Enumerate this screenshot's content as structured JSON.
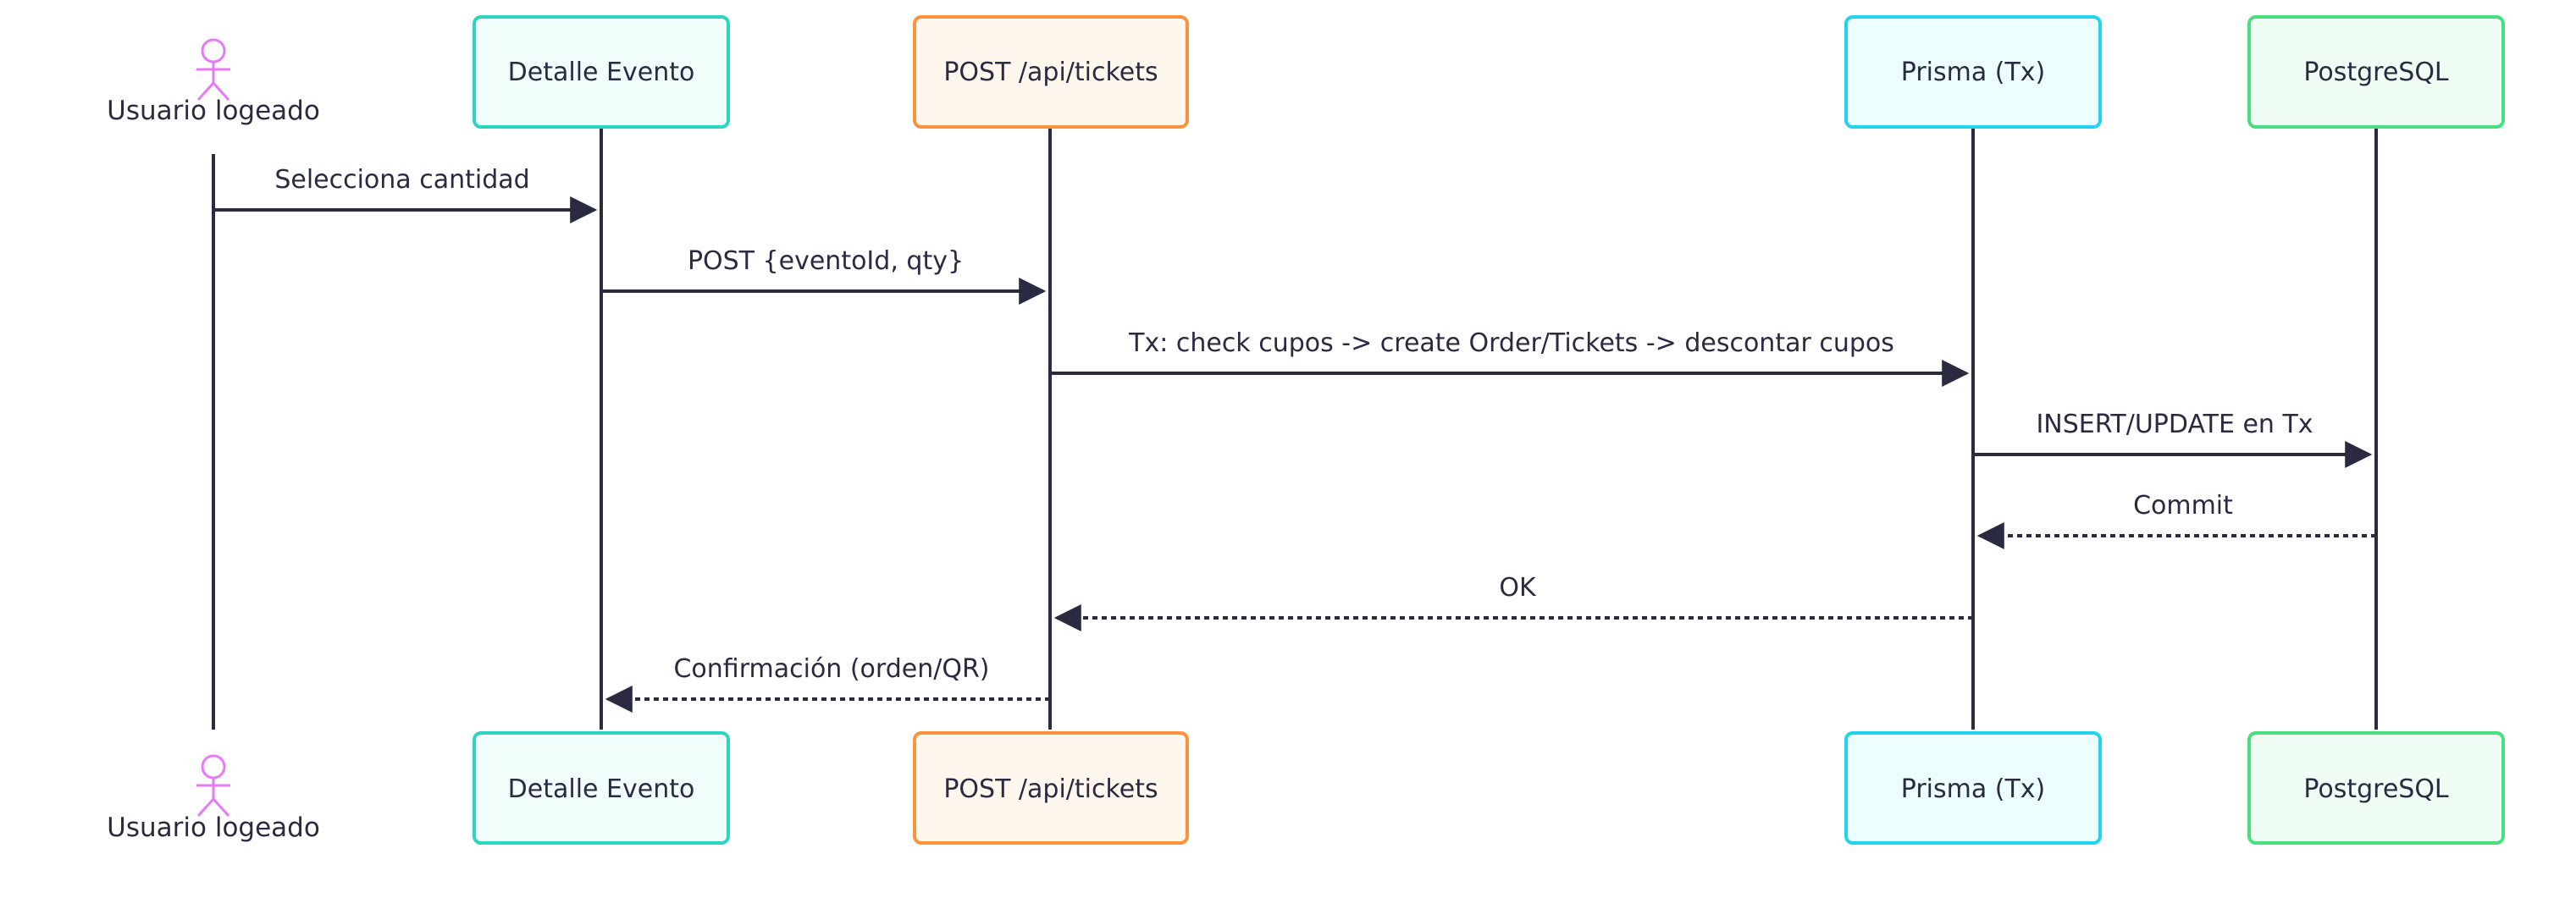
{
  "actor": {
    "name": "Usuario logeado",
    "color": "#e879f9"
  },
  "participants": [
    {
      "id": "detalle",
      "name": "Detalle Evento",
      "border": "#2dd4bf",
      "fill": "#f0fdfa"
    },
    {
      "id": "api",
      "name": "POST /api/tickets",
      "border": "#fb923c",
      "fill": "#fff7ed"
    },
    {
      "id": "prisma",
      "name": "Prisma (Tx)",
      "border": "#22d3ee",
      "fill": "#ecfeff"
    },
    {
      "id": "postgres",
      "name": "PostgreSQL",
      "border": "#4ade80",
      "fill": "#f0fdf4"
    }
  ],
  "messages": [
    {
      "from": "user",
      "to": "detalle",
      "text": "Selecciona cantidad",
      "style": "solid"
    },
    {
      "from": "detalle",
      "to": "api",
      "text": "POST {eventoId, qty}",
      "style": "solid"
    },
    {
      "from": "api",
      "to": "prisma",
      "text": "Tx: check cupos -> create Order/Tickets -> descontar cupos",
      "style": "solid"
    },
    {
      "from": "prisma",
      "to": "postgres",
      "text": "INSERT/UPDATE en Tx",
      "style": "solid"
    },
    {
      "from": "postgres",
      "to": "prisma",
      "text": "Commit",
      "style": "dashed"
    },
    {
      "from": "prisma",
      "to": "api",
      "text": "OK",
      "style": "dashed"
    },
    {
      "from": "api",
      "to": "detalle",
      "text": "Confirmación (orden/QR)",
      "style": "dashed"
    }
  ],
  "colors": {
    "line": "#2a2a40",
    "text": "#2a2a40"
  }
}
